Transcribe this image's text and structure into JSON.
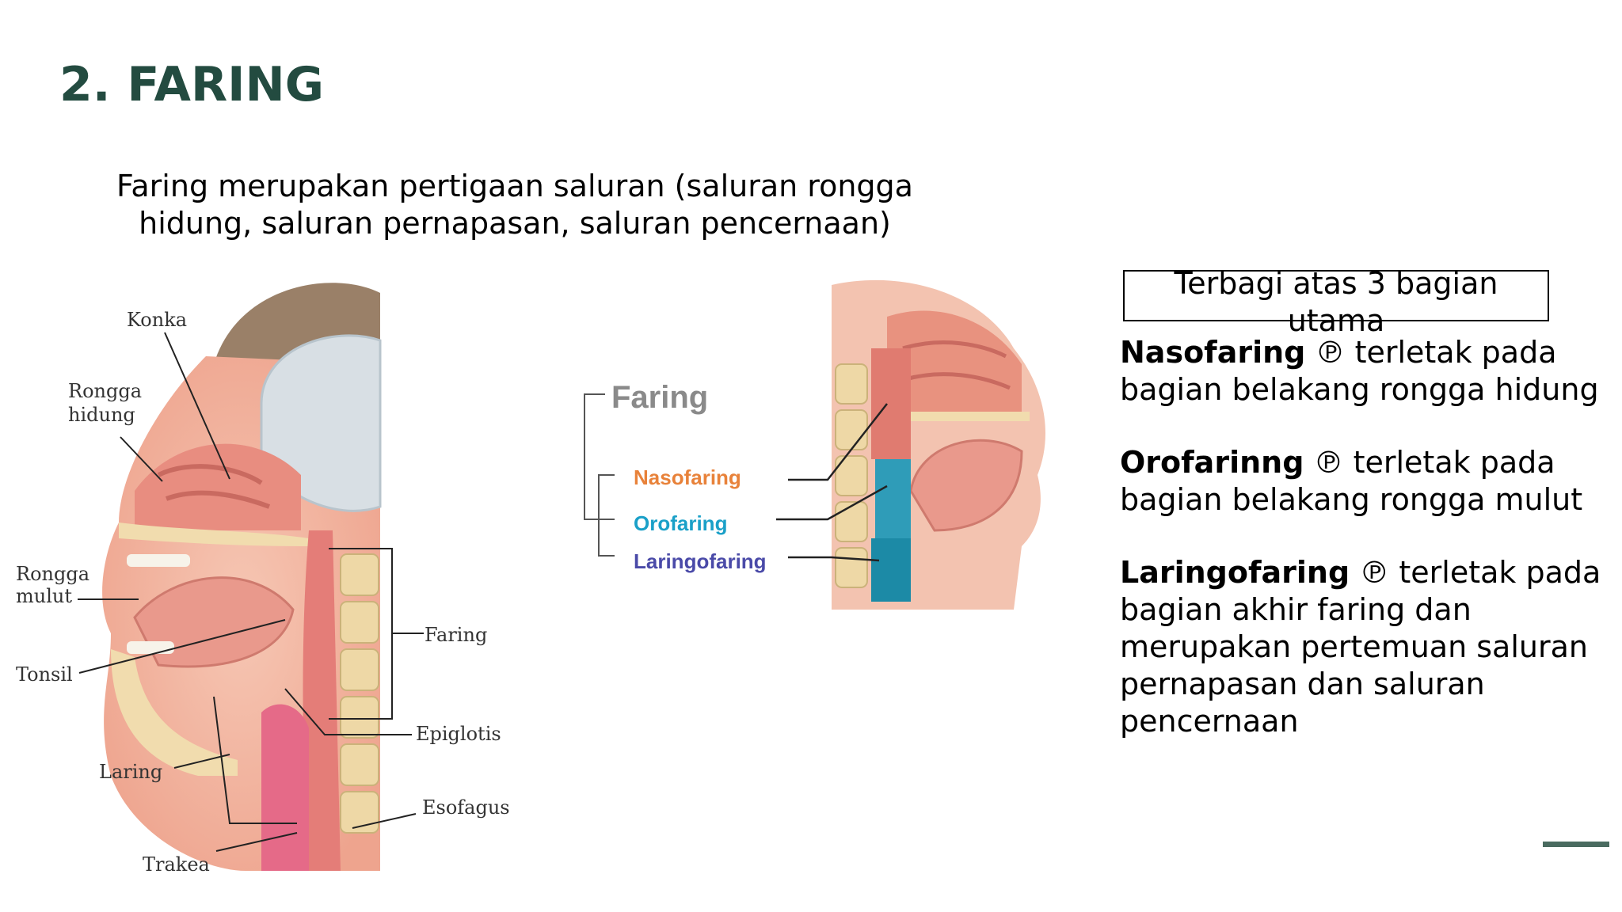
{
  "slide": {
    "title": "2. FARING",
    "intro": "Faring merupakan pertigaan saluran (saluran rongga hidung, saluran pernapasan, saluran pencernaan)",
    "box_label": "Terbagi atas 3 bagian utama",
    "parts": [
      {
        "name": "Nasofaring",
        "symbol": "℗",
        "desc": "terletak pada bagian belakang rongga hidung"
      },
      {
        "name": "Orofarinng",
        "symbol": "℗",
        "desc": "terletak pada bagian belakang rongga mulut"
      },
      {
        "name": "Laringofaring",
        "symbol": "℗",
        "desc": "terletak pada bagian akhir faring dan merupakan pertemuan saluran pernapasan dan saluran pencernaan"
      }
    ]
  },
  "figure_left": {
    "labels": {
      "konka": "Konka",
      "rongga_hidung_1": "Rongga",
      "rongga_hidung_2": "hidung",
      "rongga_mulut_1": "Rongga",
      "rongga_mulut_2": "mulut",
      "tonsil": "Tonsil",
      "laring": "Laring",
      "trakea": "Trakea",
      "faring": "Faring",
      "epiglotis": "Epiglotis",
      "esofagus": "Esofagus"
    }
  },
  "figure_right": {
    "labels": {
      "faring": "Faring",
      "nasofaring": "Nasofaring",
      "orofaring": "Orofaring",
      "laringofaring": "Laringofaring"
    },
    "colors": {
      "faring": "#8a8a8a",
      "nasofaring": "#e8823a",
      "orofaring": "#1aa0c8",
      "laringofaring": "#4a4aa8"
    }
  },
  "colors": {
    "title": "#234b40",
    "accent_line": "#4a6b60"
  }
}
